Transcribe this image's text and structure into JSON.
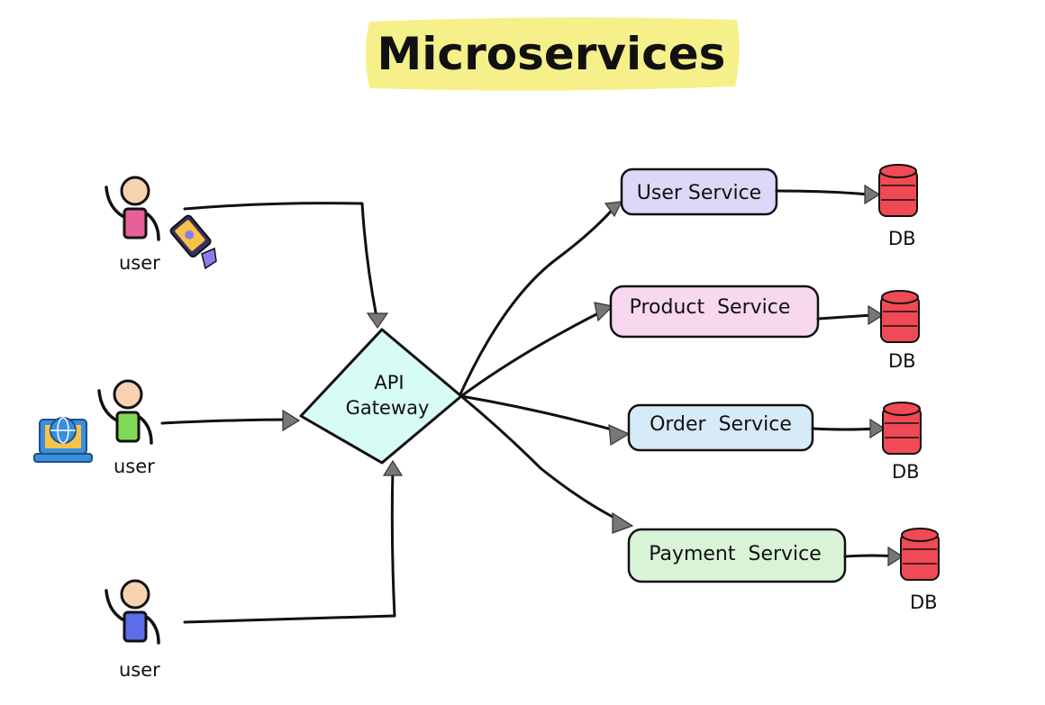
{
  "title": "Microservices",
  "gateway": {
    "line1": "API",
    "line2": "Gateway"
  },
  "users": [
    {
      "label": "user",
      "device": "mobile-phone-icon",
      "shirt_color": "#e8609a"
    },
    {
      "label": "user",
      "device": "laptop-globe-icon",
      "shirt_color": "#7ed957"
    },
    {
      "label": "user",
      "device": "",
      "shirt_color": "#5b6ee8"
    }
  ],
  "services": [
    {
      "label": "User Service",
      "fill": "#dcd8f7",
      "db_label": "DB"
    },
    {
      "label": "Product  Service",
      "fill": "#f7d8ef",
      "db_label": "DB"
    },
    {
      "label": "Order  Service",
      "fill": "#d6eaf7",
      "db_label": "DB"
    },
    {
      "label": "Payment  Service",
      "fill": "#d8f3d6",
      "db_label": "DB"
    }
  ],
  "colors": {
    "title_highlight": "#f6f08a",
    "gateway_fill": "#d7fbf5",
    "db_fill": "#f04a55",
    "skin": "#f7d2b0"
  }
}
